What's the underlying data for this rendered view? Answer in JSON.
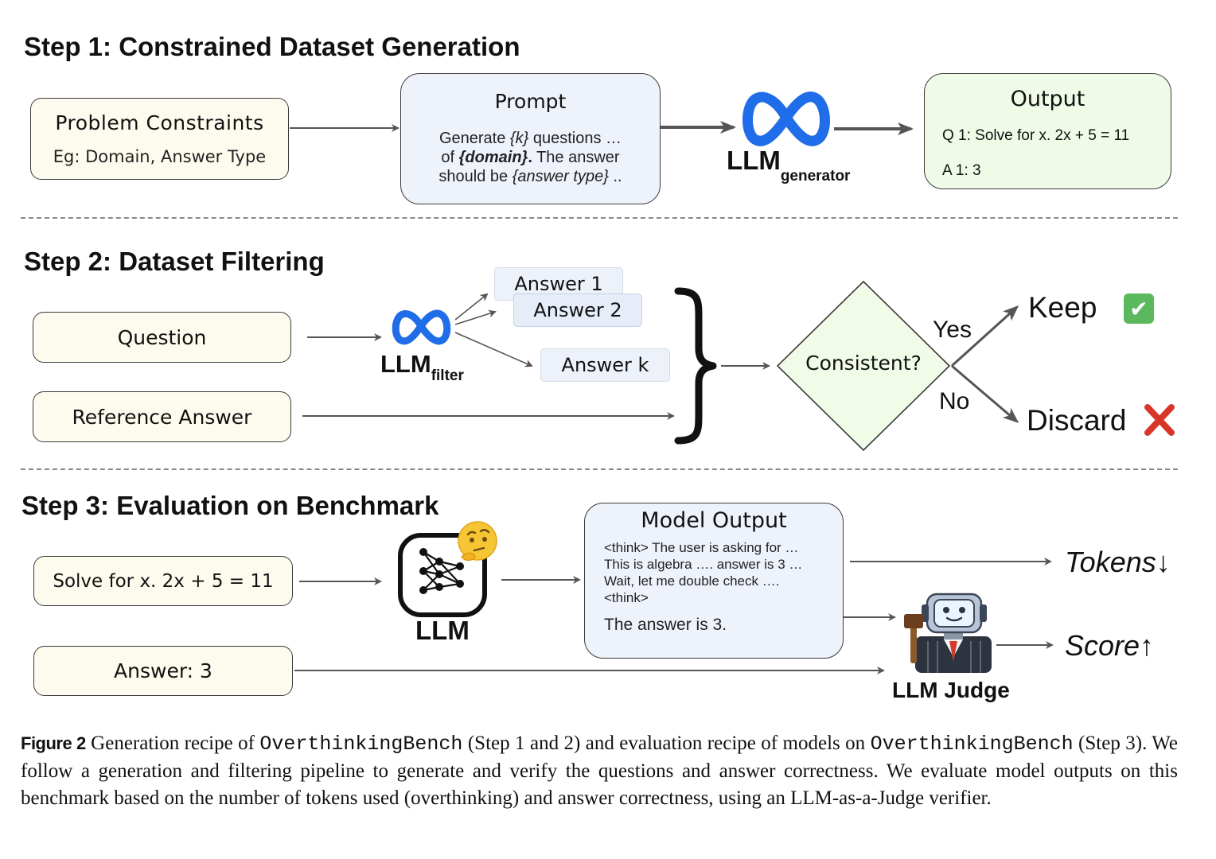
{
  "step1": {
    "title": "Step 1: Constrained Dataset Generation",
    "constraints": {
      "title": "Problem Constraints",
      "subtitle": "Eg: Domain, Answer Type"
    },
    "prompt": {
      "title": "Prompt",
      "line1_a": "Generate ",
      "line1_b": "{k}",
      "line1_c": " questions …",
      "line2_a": "of ",
      "line2_b": "{domain}",
      "line2_c": ".",
      "line2_d": " The answer",
      "line3_a": "should be ",
      "line3_b": "{answer type}",
      "line3_c": " .."
    },
    "llm": {
      "label": "LLM",
      "sub": "generator"
    },
    "output": {
      "title": "Output",
      "q": "Q 1: Solve for x. 2x + 5 = 11",
      "a": "A 1: 3"
    }
  },
  "step2": {
    "title": "Step 2: Dataset Filtering",
    "question": "Question",
    "reference": "Reference Answer",
    "llm": {
      "label": "LLM",
      "sub": "filter"
    },
    "answers": [
      "Answer 1",
      "Answer 2",
      "Answer k"
    ],
    "decision": "Consistent?",
    "yes": "Yes",
    "no": "No",
    "keep": "Keep",
    "discard": "Discard",
    "keep_mark": "✔",
    "discard_mark": "✖"
  },
  "step3": {
    "title": "Step 3: Evaluation on Benchmark",
    "question": "Solve for x. 2x + 5 = 11",
    "answer": "Answer: 3",
    "llm": "LLM",
    "model_output": {
      "title": "Model Output",
      "lines": [
        "<think> The user is asking for …",
        "This is algebra …. answer is 3 …",
        "Wait, let me double check ….",
        "<think>"
      ],
      "final": "The answer is 3."
    },
    "judge": "LLM Judge",
    "tokens": "Tokens",
    "tokens_arrow": "↓",
    "score": "Score",
    "score_arrow": "↑"
  },
  "caption": {
    "label": "Figure 2",
    "p1": " Generation recipe of ",
    "bench1": "OverthinkingBench",
    "p2": " (Step 1 and 2) and evaluation recipe of models on ",
    "bench2": "OverthinkingBench",
    "p3": " (Step 3). We follow a generation and filtering pipeline to generate and verify the questions and answer correctness. We evaluate model outputs on this benchmark based on the number of tokens used (overthinking) and answer correctness, using an LLM-as-a-Judge verifier."
  },
  "colors": {
    "meta_blue": "#1f6de8",
    "keep_green": "#5cb85c",
    "discard_red": "#d9362b"
  }
}
